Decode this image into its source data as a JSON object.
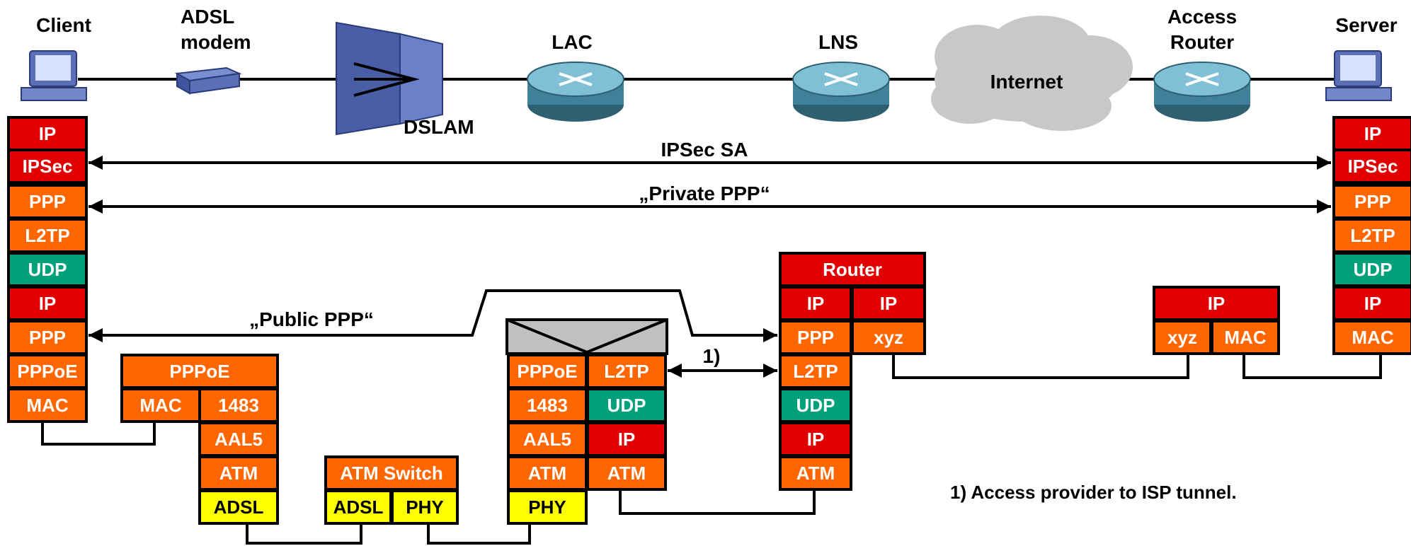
{
  "devices": {
    "client": "Client",
    "adsl_modem_line1": "ADSL",
    "adsl_modem_line2": "modem",
    "dslam": "DSLAM",
    "lac": "LAC",
    "lns": "LNS",
    "internet": "Internet",
    "access_router_line1": "Access",
    "access_router_line2": "Router",
    "server": "Server"
  },
  "links": {
    "ipsec_sa": "IPSec SA",
    "private_ppp": "„Private PPP“",
    "public_ppp": "„Public PPP“",
    "tunnel_ref": "1)"
  },
  "footnote": "1) Access provider to ISP tunnel.",
  "client_stack": [
    "IP",
    "IPSec",
    "PPP",
    "L2TP",
    "UDP",
    "IP",
    "PPP",
    "PPPoE",
    "MAC"
  ],
  "server_stack": [
    "IP",
    "IPSec",
    "PPP",
    "L2TP",
    "UDP",
    "IP",
    "MAC"
  ],
  "modem_stack": {
    "top": "PPPoE",
    "left": "MAC",
    "right": [
      "1483",
      "AAL5",
      "ATM",
      "ADSL"
    ]
  },
  "atm_switch": {
    "title": "ATM Switch",
    "left": "ADSL",
    "right": "PHY"
  },
  "lac_stack": {
    "left": [
      "PPPoE",
      "1483",
      "AAL5",
      "ATM",
      "PHY"
    ],
    "right": [
      "L2TP",
      "UDP",
      "IP",
      "ATM"
    ]
  },
  "lns_stack": {
    "title": "Router",
    "row1": [
      "IP",
      "IP"
    ],
    "row2": [
      "PPP",
      "xyz"
    ],
    "below": [
      "L2TP",
      "UDP",
      "IP",
      "ATM"
    ]
  },
  "access_router_stack": {
    "top": "IP",
    "left": "xyz",
    "right": "MAC"
  },
  "colors": {
    "ip": "#e00000",
    "ppp_family": "#ff6600",
    "udp": "#00a07a",
    "phy": "#ffff00",
    "router_gray": "#c0c0c0"
  }
}
